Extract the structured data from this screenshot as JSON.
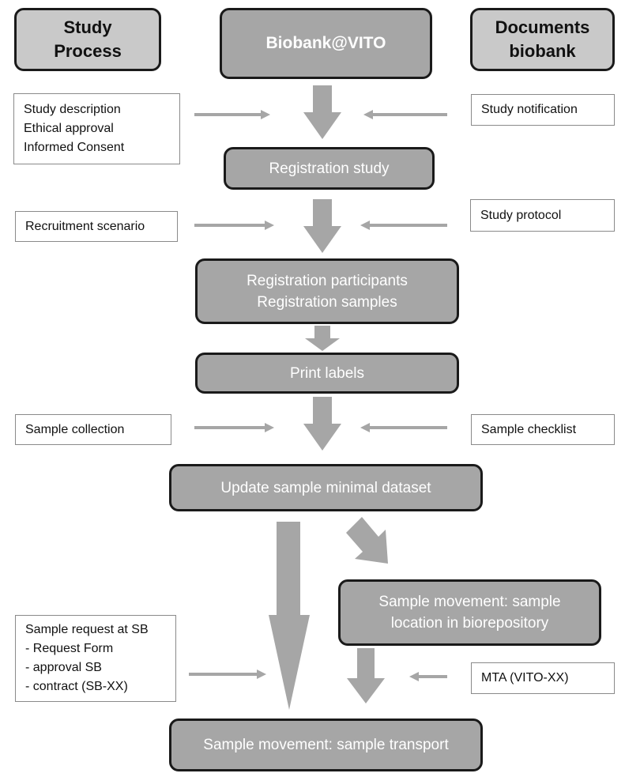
{
  "headers": {
    "study_process": [
      "Study",
      "Process"
    ],
    "biobank": [
      "Biobank@VITO"
    ],
    "documents": [
      "Documents",
      "biobank"
    ]
  },
  "steps": {
    "registration_study": [
      "Registration study"
    ],
    "registration_participants": [
      "Registration participants",
      "Registration samples"
    ],
    "print_labels": [
      "Print labels"
    ],
    "update_dataset": [
      "Update sample minimal dataset"
    ],
    "sample_location": [
      "Sample movement: sample",
      "location in biorepository"
    ],
    "sample_transport": [
      "Sample movement: sample transport"
    ]
  },
  "left_notes": {
    "study_description": [
      "Study description",
      "Ethical approval",
      "Informed Consent"
    ],
    "recruitment": [
      "Recruitment scenario"
    ],
    "sample_collection": [
      "Sample collection"
    ],
    "sample_request": [
      "Sample request at SB",
      "- Request Form",
      "- approval SB",
      "- contract (SB-XX)"
    ]
  },
  "right_notes": {
    "study_notification": [
      "Study notification"
    ],
    "study_protocol": [
      "Study protocol"
    ],
    "sample_checklist": [
      "Sample checklist"
    ],
    "mta": [
      "MTA (VITO-XX)"
    ]
  },
  "colors": {
    "step_fill": "#a6a6a6",
    "header_fill": "#c9c9c9",
    "arrow": "#a6a6a6",
    "border": "#1a1a1a"
  }
}
